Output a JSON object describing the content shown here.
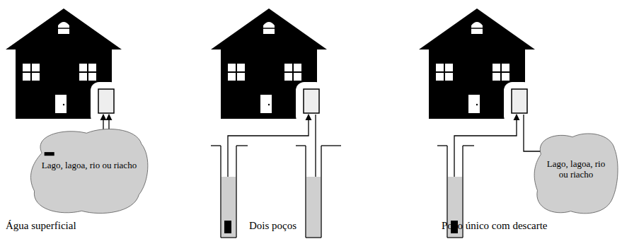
{
  "diagram": {
    "nodes": [
      {
        "text": [
          "Lago, lagoa, rio ou riacho"
        ]
      },
      {
        "text": [
          "Lago, lagoa, rio ou riacho"
        ]
      }
    ],
    "labels": [
      "Água superficial",
      "Dois poços",
      "Poço único com descarte"
    ]
  }
}
